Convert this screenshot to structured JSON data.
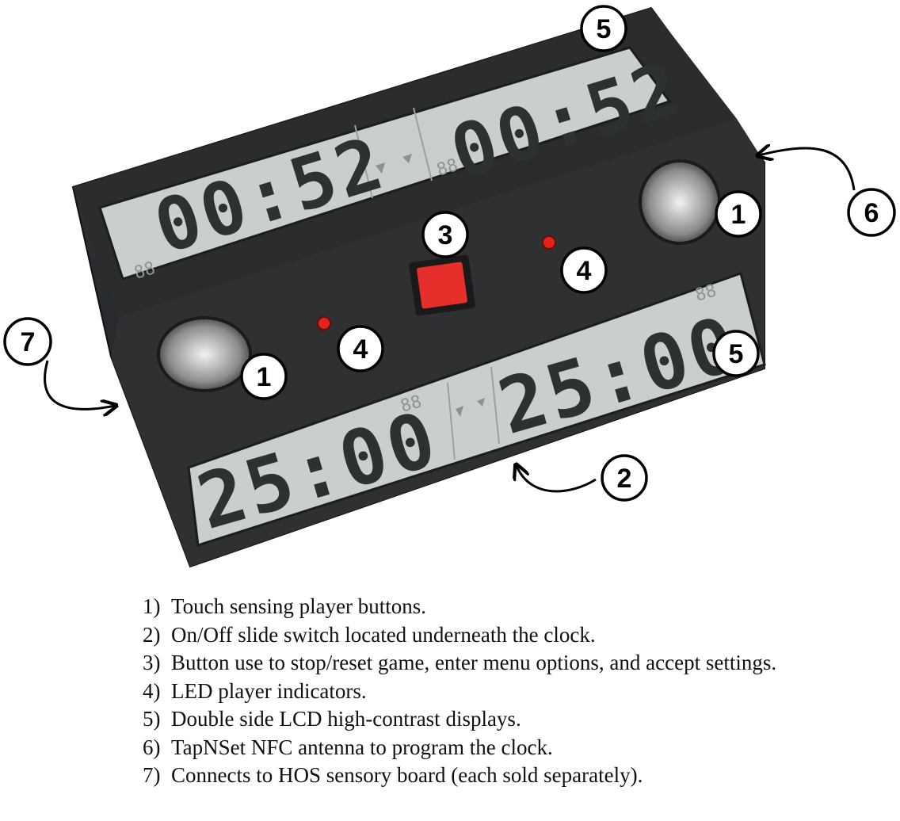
{
  "clock": {
    "top_display": {
      "left_time": "00:52",
      "right_time": "00:52"
    },
    "front_display": {
      "left_time": "25:00",
      "right_time": "25:00"
    },
    "side_digits": "88"
  },
  "callouts": {
    "player_button": "1",
    "power_switch": "2",
    "menu_button": "3",
    "led_indicator": "4",
    "lcd_display": "5",
    "nfc_antenna": "6",
    "sensory_port": "7"
  },
  "legend": [
    {
      "number": "1)",
      "text": "Touch sensing player buttons."
    },
    {
      "number": "2)",
      "text": "On/Off slide switch located underneath the clock."
    },
    {
      "number": "3)",
      "text": "Button use to stop/reset game, enter menu options, and accept settings."
    },
    {
      "number": "4)",
      "text": "LED player indicators."
    },
    {
      "number": "5)",
      "text": "Double side LCD high-contrast displays."
    },
    {
      "number": "6)",
      "text": "TapNSet NFC antenna to program the clock."
    },
    {
      "number": "7)",
      "text": "Connects to HOS sensory board (each sold separately)."
    }
  ],
  "colors": {
    "body": "#2c2e30",
    "lcd": "#c9d0cb",
    "led": "#e0241c",
    "menu_button": "#e62e2a",
    "metal": "#c8c8c8"
  }
}
